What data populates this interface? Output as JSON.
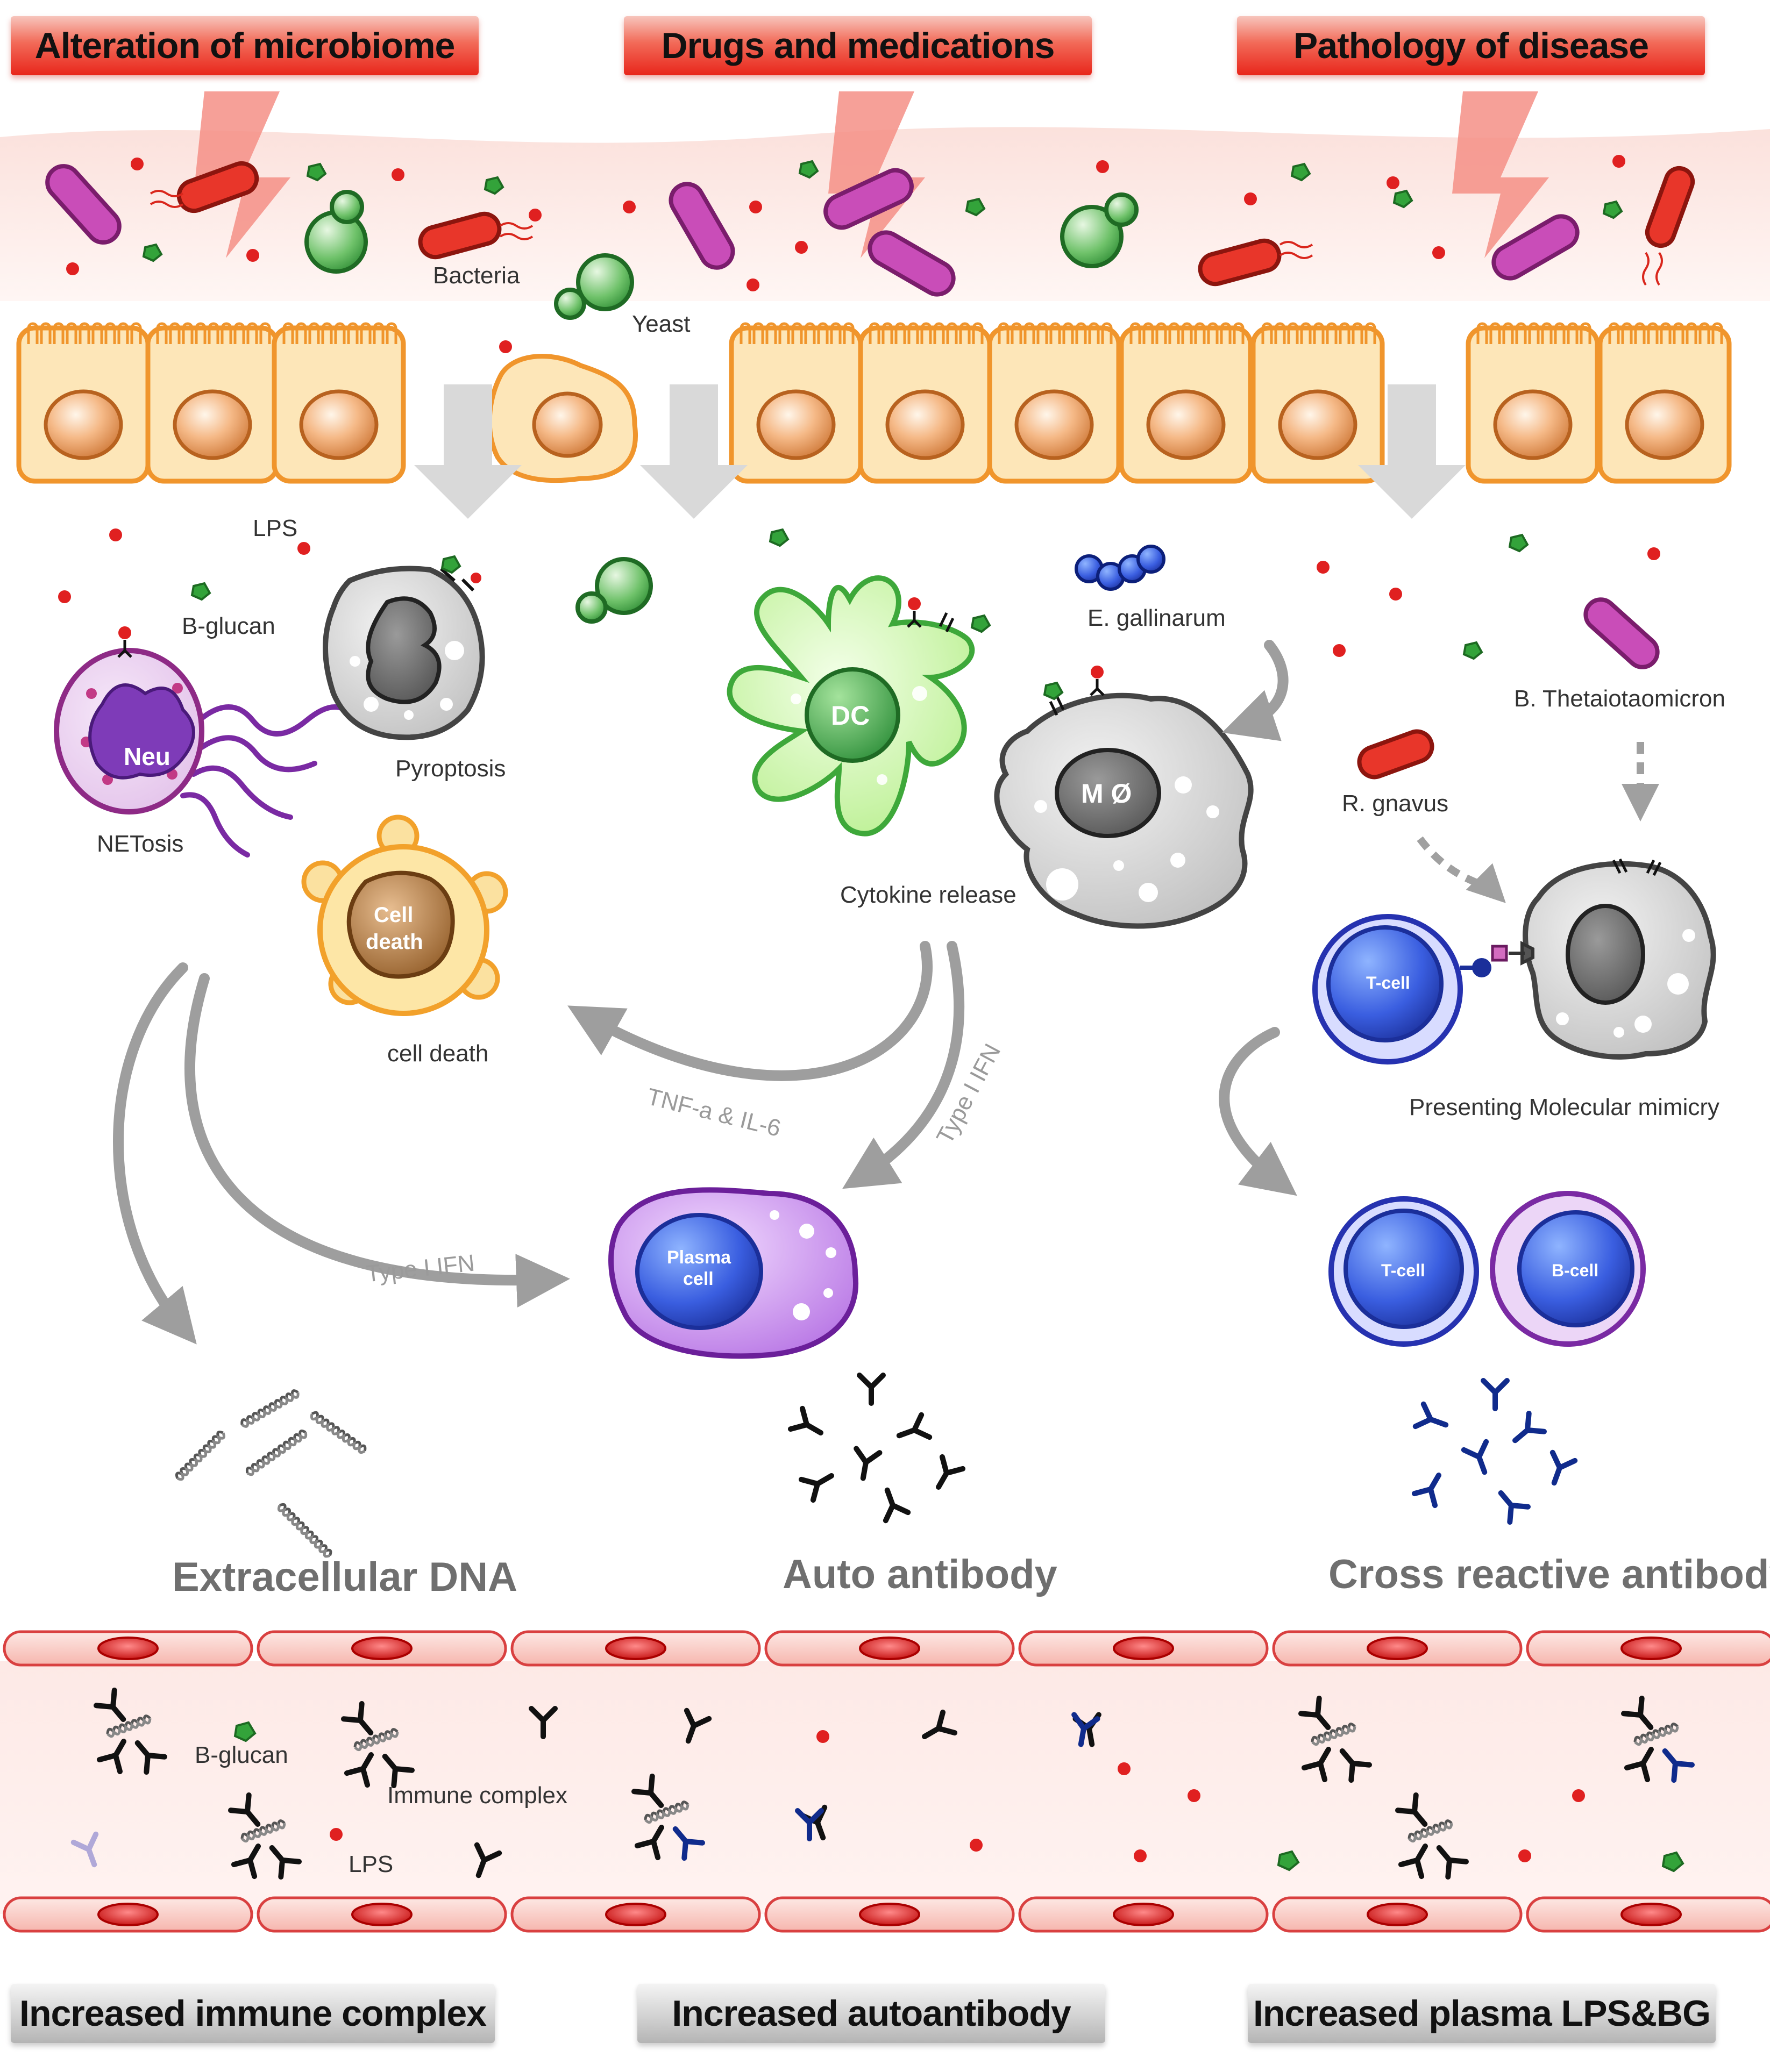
{
  "top_banners": {
    "microbiome": "Alteration of microbiome",
    "drugs": "Drugs and medications",
    "pathology": "Pathology of disease"
  },
  "labels": {
    "bacteria": "Bacteria",
    "yeast": "Yeast",
    "lps": "LPS",
    "b_glucan": "B-glucan",
    "pyroptosis": "Pyroptosis",
    "netosis": "NETosis",
    "cell_death": "cell death",
    "cytokine_release": "Cytokine release",
    "e_gallinarum": "E. gallinarum",
    "b_thetaiotaomicron": "B. Thetaiotaomicron",
    "r_gnavus": "R. gnavus",
    "presenting": "Presenting Molecular mimicry",
    "tnf": "TNF-a & IL-6",
    "type1_ifn_a": "Type I IFN",
    "type1_ifn_b": "Type I IFN"
  },
  "cells": {
    "neu": "Neu",
    "cell_death_1": "Cell",
    "cell_death_2": "death",
    "dc": "DC",
    "macrophage": "M Ø",
    "plasma_1": "Plasma",
    "plasma_2": "cell",
    "tcell_a": "T-cell",
    "tcell_b": "T-cell",
    "bcell": "B-cell"
  },
  "outcomes": {
    "dna": "Extracellular DNA",
    "auto": "Auto antibody",
    "cross": "Cross reactive antibody"
  },
  "vessel_labels": {
    "b_glucan": "B-glucan",
    "immune_complex": "Immune complex",
    "lps": "LPS"
  },
  "bottom_banners": {
    "immune_complex": "Increased immune complex",
    "autoantibody": "Increased autoantibody",
    "plasma": "Increased plasma LPS&BG"
  },
  "colors": {
    "banner_red": "#e8261b",
    "epithelium": "#f0952c",
    "bacteria_purple": "#b23aa0",
    "bacteria_red": "#d9261c",
    "yeast_green": "#3f9a3f",
    "arrow_gray": "#9e9e9e",
    "vessel_red": "#e05050"
  }
}
